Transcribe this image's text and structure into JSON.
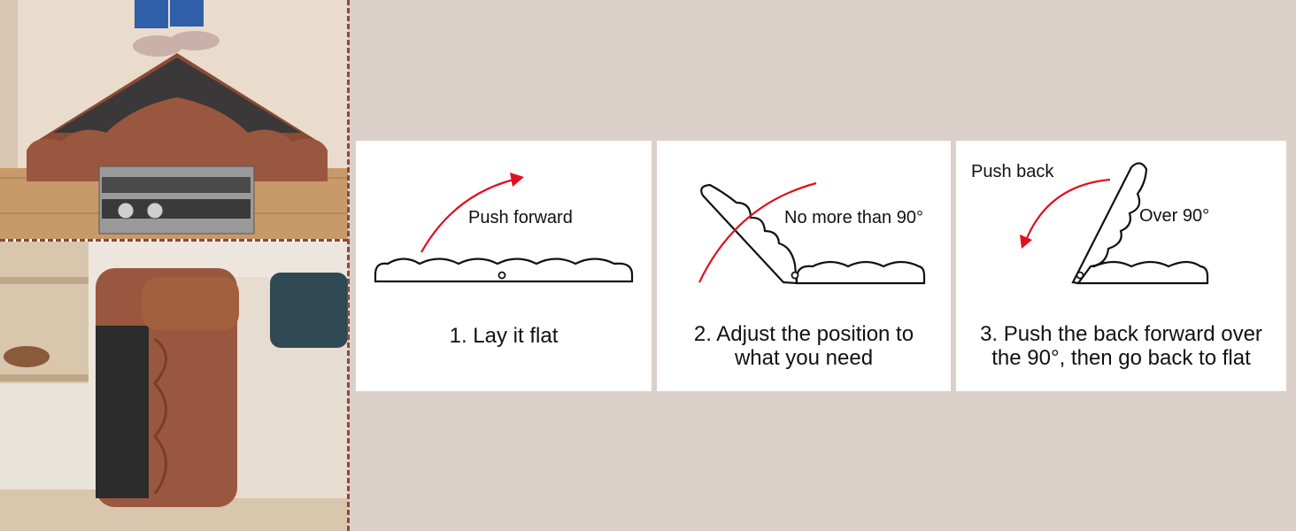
{
  "steps": [
    {
      "caption": "1. Lay it flat",
      "arrow_label": "Push forward"
    },
    {
      "caption_line1": "2. Adjust the position to",
      "caption_line2": "what you need",
      "angle_label": "No more than 90°"
    },
    {
      "caption_line1": "3. Push the back forward over",
      "caption_line2": "the 90°, then go back to flat",
      "arrow_label": "Push back",
      "angle_label": "Over 90°"
    }
  ],
  "colors": {
    "background": "#dcd0cb",
    "divider": "#8a4a38",
    "arrow": "#e0101e",
    "cushion": "#8a4a34",
    "panel": "#ffffff"
  },
  "icons": [
    "red-arrow-icon",
    "cushion-outline-icon",
    "hinge-icon"
  ]
}
